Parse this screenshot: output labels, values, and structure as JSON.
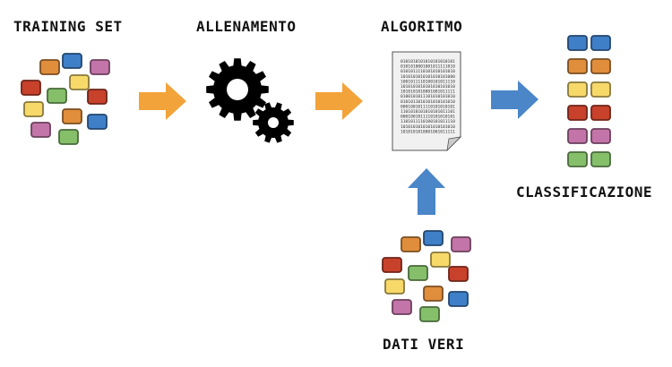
{
  "labels": {
    "training_set": "TRAINING SET",
    "allenamento": "ALLENAMENTO",
    "algoritmo": "ALGORITMO",
    "classificazione": "CLASSIFICAZIONE",
    "dati_veri": "DATI VERI"
  },
  "colors": {
    "blue": "#3f7fc8",
    "orange": "#e08d3c",
    "purple": "#c374a8",
    "yellow": "#f7d96a",
    "red": "#c8412b",
    "green": "#85bf6a",
    "arrow_orange": "#f2a33a",
    "arrow_blue": "#4a86c8"
  },
  "cluster": [
    "orange",
    "blue",
    "purple",
    "yellow",
    "red",
    "green",
    "red",
    "yellow",
    "orange",
    "blue",
    "purple",
    "green"
  ],
  "classes": [
    "blue",
    "orange",
    "yellow",
    "red",
    "purple",
    "green"
  ],
  "binary_lines": [
    "0101010101010101010101",
    "0101010001001011111010",
    "0101011110101010101010",
    "1010101010101010101000",
    "1001011110100101011110",
    "1010101010101010101010",
    "1010101010001001011111",
    "0100101011101010101010",
    "0101011010101010101010",
    "0001001011110101010101",
    "1101010101010101011101",
    "0001001011110101010101",
    "1101011110100101011110",
    "1010101010101010101010",
    "1010101010001001011111"
  ]
}
